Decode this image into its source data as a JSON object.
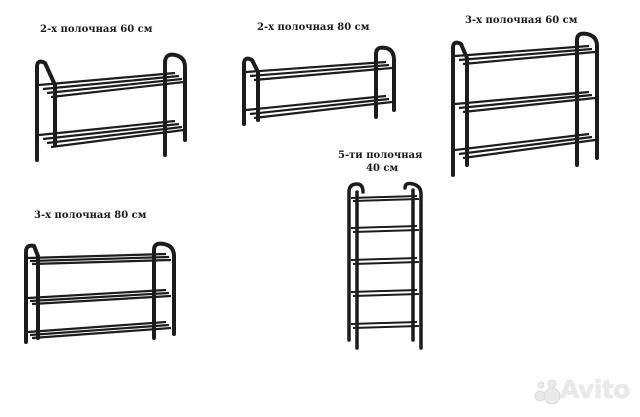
{
  "items": [
    {
      "caption": "2-х полочная 60 см"
    },
    {
      "caption": "2-х полочная 80 см"
    },
    {
      "caption": "3-х полочная 60 см"
    },
    {
      "caption": "5-ти полочная 40 см",
      "caption_line1": "5-ти полочная",
      "caption_line2": "40 см"
    },
    {
      "caption": "3-х полочная 80 см"
    }
  ],
  "watermark": {
    "text": "Avito",
    "logo": "avito-dots-logo"
  },
  "colors": {
    "frame": "#1c1c1c",
    "background": "#ffffff",
    "watermark": "#e6e6e6"
  },
  "icons": {
    "rack": "shoe-rack-illustration"
  }
}
